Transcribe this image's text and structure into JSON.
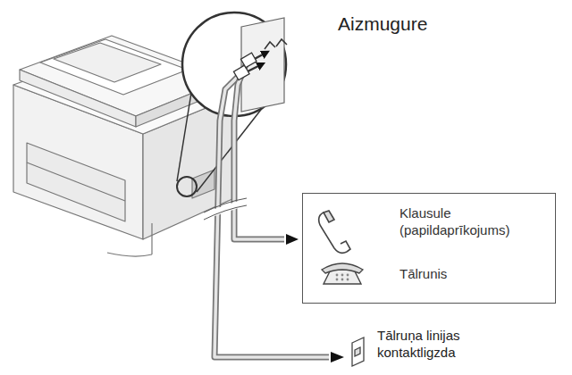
{
  "diagram": {
    "nodes": [
      {
        "text": [
          "Klausule (papildaprīkojums)",
          "Tālrunis"
        ]
      }
    ],
    "labels": [
      "Aizmugure",
      "Tālruņa linijas kontaktligzda"
    ]
  }
}
